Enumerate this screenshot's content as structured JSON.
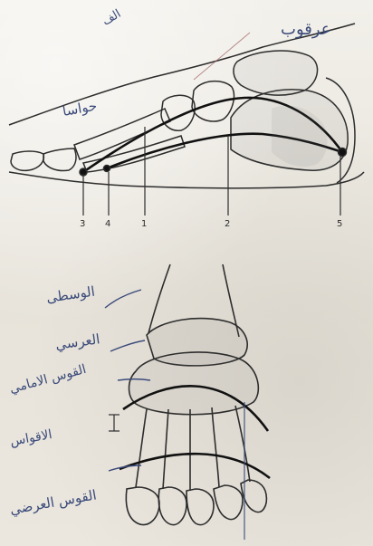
{
  "top_figure": {
    "arch_numbers": [
      "3",
      "4",
      "1",
      "2",
      "5"
    ],
    "annotations": [
      "عرقوب",
      "حواسا",
      "الف"
    ]
  },
  "bottom_figure": {
    "annotations": [
      "الوسطى",
      "العرسي",
      "القوس الامامي",
      "الاقواس",
      "القوس العرضي"
    ]
  },
  "colors": {
    "ink": "#2d2d2d",
    "handwriting": "#3a4a7a",
    "paper": "#eeeae2"
  }
}
